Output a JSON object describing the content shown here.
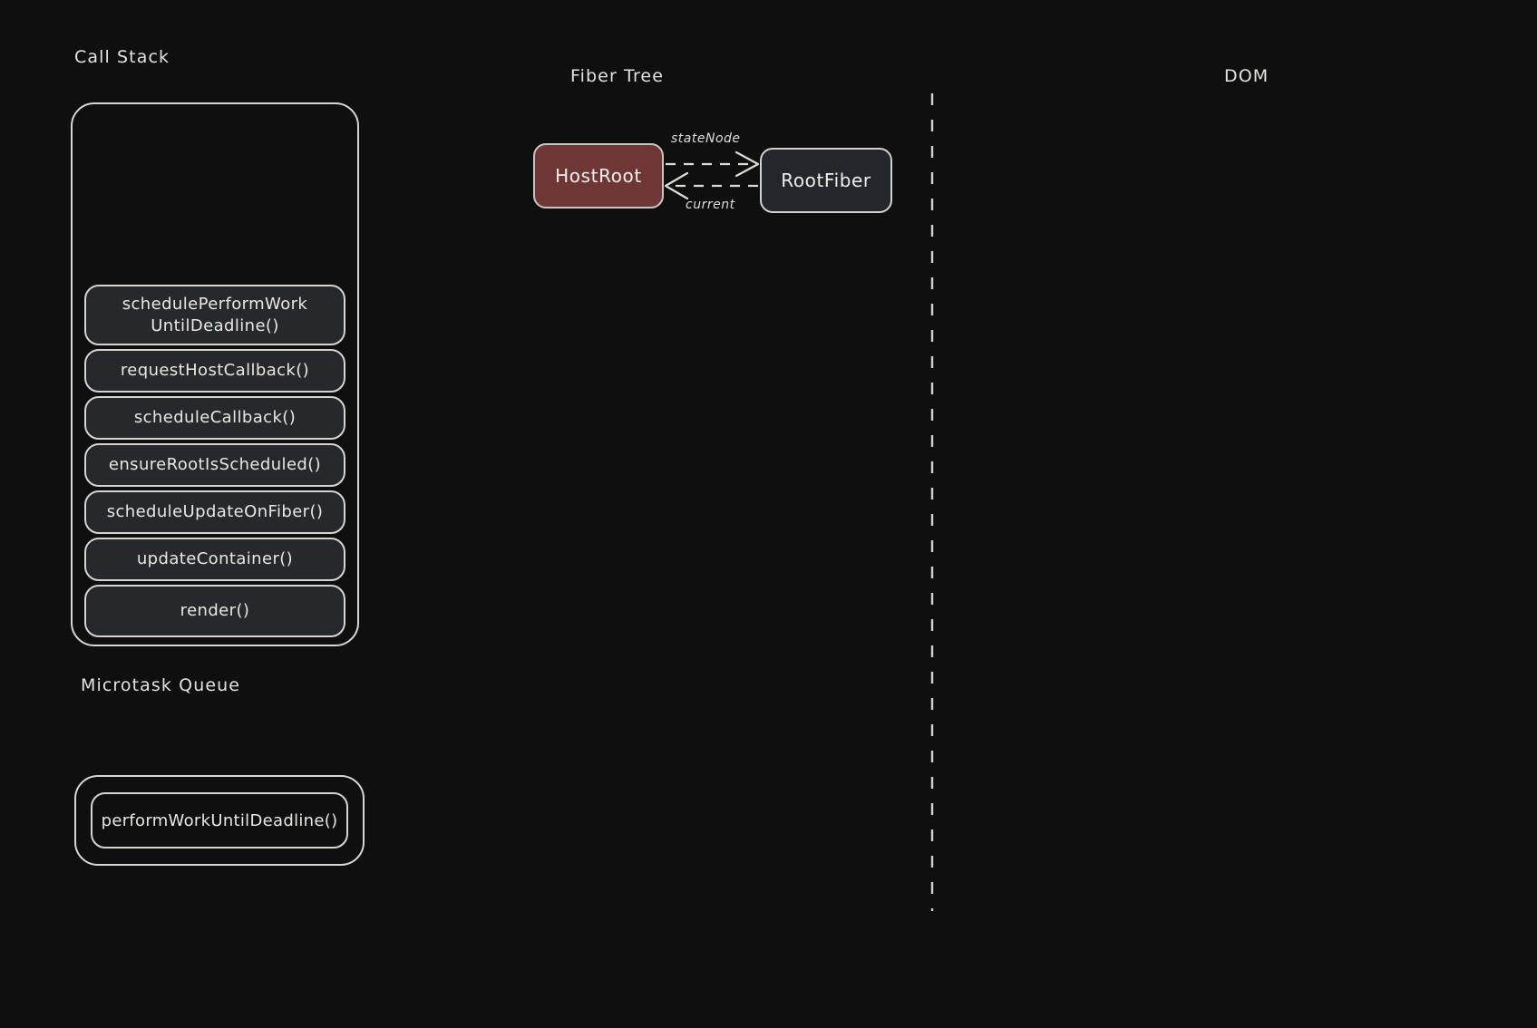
{
  "theme": {
    "background": "#0f0f10",
    "stroke": "#d9d7d3",
    "frame_fill": "#26282b",
    "text": "#e8e6e3",
    "hostroot_fill": "#6e3736",
    "rootfiber_fill": "#23262a"
  },
  "sections": {
    "call_stack_title": "Call Stack",
    "microtask_title": "Microtask Queue",
    "fiber_tree_title": "Fiber Tree",
    "dom_title": "DOM"
  },
  "call_stack": {
    "frames": [
      {
        "label": "schedulePerformWork\nUntilDeadline()"
      },
      {
        "label": "requestHostCallback()"
      },
      {
        "label": "scheduleCallback()"
      },
      {
        "label": "ensureRootIsScheduled()"
      },
      {
        "label": "scheduleUpdateOnFiber()"
      },
      {
        "label": "updateContainer()"
      },
      {
        "label": "render()"
      }
    ]
  },
  "microtask_queue": {
    "items": [
      {
        "label": "performWorkUntilDeadline()"
      }
    ]
  },
  "fiber_tree": {
    "nodes": [
      {
        "id": "hostroot",
        "label": "HostRoot"
      },
      {
        "id": "rootfiber",
        "label": "RootFiber"
      }
    ],
    "edges": [
      {
        "id": "statenode",
        "label": "stateNode",
        "from": "hostroot",
        "to": "rootfiber",
        "style": "dashed"
      },
      {
        "id": "current",
        "label": "current",
        "from": "rootfiber",
        "to": "hostroot",
        "style": "dashed"
      }
    ]
  },
  "dom": {
    "nodes": []
  }
}
